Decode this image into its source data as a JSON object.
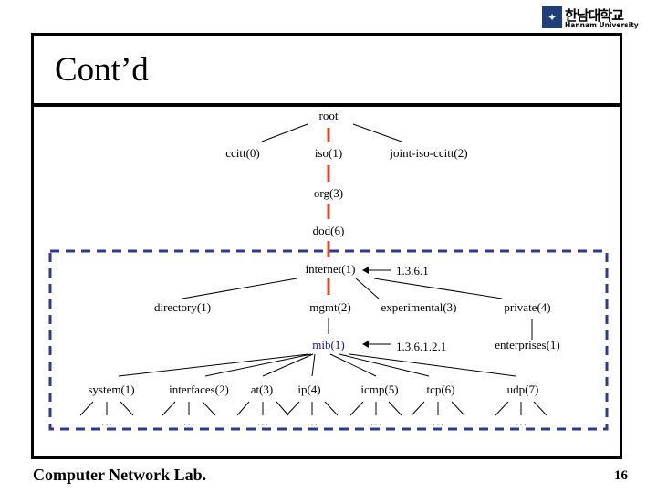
{
  "header": {
    "title": "Cont’d",
    "logo": {
      "korean": "한남대학교",
      "english": "Hannam University",
      "icon": "university-emblem-icon"
    }
  },
  "footer": {
    "left": "Computer Network Lab.",
    "page_number": "16"
  },
  "tree": {
    "root": "root",
    "ccitt": "ccitt(0)",
    "iso": "iso(1)",
    "joint": "joint-iso-ccitt(2)",
    "org": "org(3)",
    "dod": "dod(6)",
    "internet": "internet(1)",
    "internet_oid": "1.3.6.1",
    "directory": "directory(1)",
    "mgmt": "mgmt(2)",
    "experimental": "experimental(3)",
    "private": "private(4)",
    "mib": "mib(1)",
    "mib_oid": "1.3.6.1.2.1",
    "enterprises": "enterprises(1)",
    "system": "system(1)",
    "interfaces": "interfaces(2)",
    "at": "at(3)",
    "ip": "ip(4)",
    "icmp": "icmp(5)",
    "tcp": "tcp(6)",
    "udp": "udp(7)",
    "ellipsis": "…"
  },
  "colors": {
    "path_highlight": "#d9482b",
    "group_box": "#2e3a8c",
    "mib_label": "#1a1a8c"
  }
}
